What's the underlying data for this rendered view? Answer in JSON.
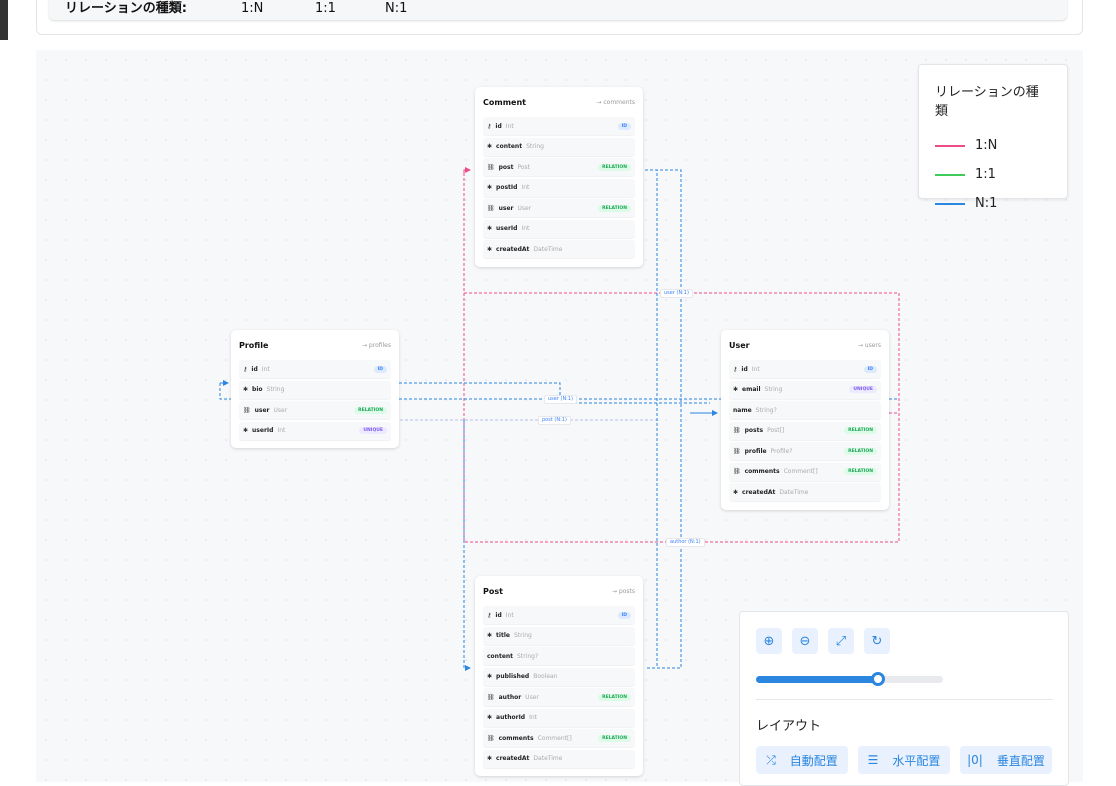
{
  "header": {
    "legend_title": "リレーションの種類:",
    "types": [
      "1:N",
      "1:1",
      "N:1"
    ]
  },
  "colors": {
    "one_to_many": "#ec4d86",
    "one_to_one": "#3ecb5a",
    "many_to_one": "#2b86e0"
  },
  "nodes": {
    "comment": {
      "title": "Comment",
      "table": "→ comments",
      "fields": [
        {
          "icon": "key",
          "name": "id",
          "type": "Int",
          "badge": "ID"
        },
        {
          "icon": "asterisk",
          "name": "content",
          "type": "String"
        },
        {
          "icon": "link",
          "name": "post",
          "type": "Post",
          "badge": "RELATION"
        },
        {
          "icon": "asterisk",
          "name": "postId",
          "type": "Int"
        },
        {
          "icon": "link",
          "name": "user",
          "type": "User",
          "badge": "RELATION"
        },
        {
          "icon": "asterisk",
          "name": "userId",
          "type": "Int"
        },
        {
          "icon": "asterisk",
          "name": "createdAt",
          "type": "DateTime"
        }
      ]
    },
    "profile": {
      "title": "Profile",
      "table": "→ profiles",
      "fields": [
        {
          "icon": "key",
          "name": "id",
          "type": "Int",
          "badge": "ID"
        },
        {
          "icon": "asterisk",
          "name": "bio",
          "type": "String"
        },
        {
          "icon": "link",
          "name": "user",
          "type": "User",
          "badge": "RELATION"
        },
        {
          "icon": "asterisk",
          "name": "userId",
          "type": "Int",
          "badge": "UNIQUE"
        }
      ]
    },
    "user": {
      "title": "User",
      "table": "→ users",
      "fields": [
        {
          "icon": "key",
          "name": "id",
          "type": "Int",
          "badge": "ID"
        },
        {
          "icon": "asterisk",
          "name": "email",
          "type": "String",
          "badge": "UNIQUE"
        },
        {
          "icon": "",
          "name": "name",
          "type": "String?"
        },
        {
          "icon": "link",
          "name": "posts",
          "type": "Post[]",
          "badge": "RELATION"
        },
        {
          "icon": "link",
          "name": "profile",
          "type": "Profile?",
          "badge": "RELATION"
        },
        {
          "icon": "link",
          "name": "comments",
          "type": "Comment[]",
          "badge": "RELATION"
        },
        {
          "icon": "asterisk",
          "name": "createdAt",
          "type": "DateTime"
        }
      ]
    },
    "post": {
      "title": "Post",
      "table": "→ posts",
      "fields": [
        {
          "icon": "key",
          "name": "id",
          "type": "Int",
          "badge": "ID"
        },
        {
          "icon": "asterisk",
          "name": "title",
          "type": "String"
        },
        {
          "icon": "",
          "name": "content",
          "type": "String?"
        },
        {
          "icon": "asterisk",
          "name": "published",
          "type": "Boolean"
        },
        {
          "icon": "link",
          "name": "author",
          "type": "User",
          "badge": "RELATION"
        },
        {
          "icon": "asterisk",
          "name": "authorId",
          "type": "Int"
        },
        {
          "icon": "link",
          "name": "comments",
          "type": "Comment[]",
          "badge": "RELATION"
        },
        {
          "icon": "asterisk",
          "name": "createdAt",
          "type": "DateTime"
        }
      ]
    }
  },
  "edge_labels": {
    "comment_user": "user (N:1)",
    "profile_user": "user (N:1)",
    "comment_post": "post (N:1)",
    "post_author": "author (N:1)"
  },
  "legend": {
    "title": "リレーションの種類",
    "items": [
      "1:N",
      "1:1",
      "N:1"
    ]
  },
  "controls": {
    "zoom_level": 0.65,
    "layout_title": "レイアウト",
    "auto": "自動配置",
    "horizontal": "水平配置",
    "vertical": "垂直配置"
  }
}
